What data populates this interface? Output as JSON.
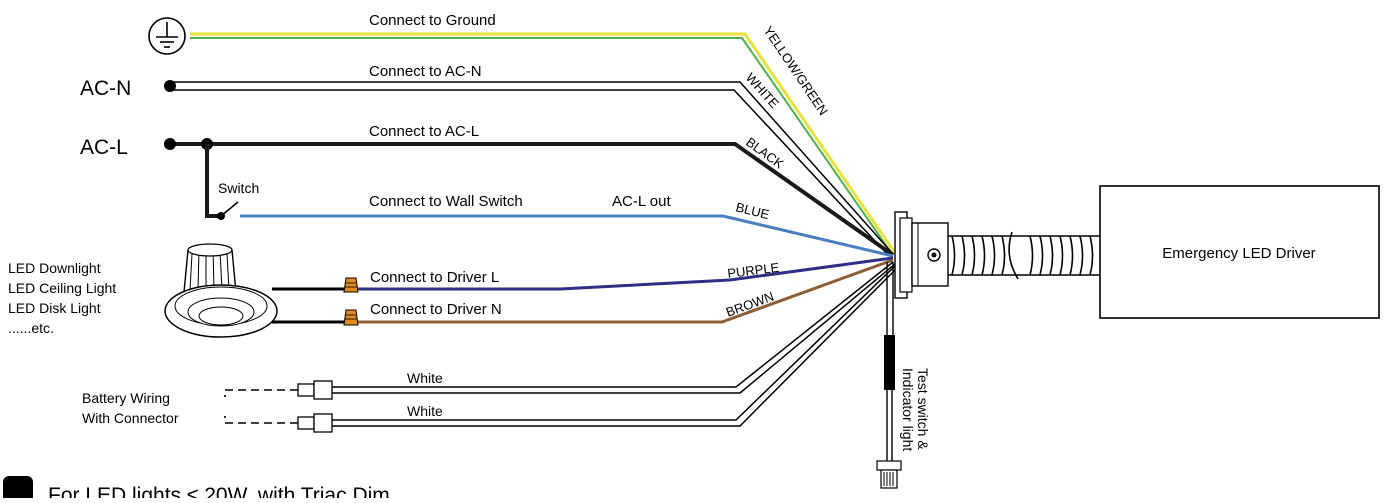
{
  "source_labels": {
    "ac_n": "AC-N",
    "ac_l": "AC-L",
    "switch": "Switch",
    "ac_l_out": "AC-L out"
  },
  "connections": {
    "ground": "Connect to Ground",
    "ac_n": "Connect to AC-N",
    "ac_l": "Connect to AC-L",
    "wall_switch": "Connect to  Wall Switch",
    "driver_l": "Connect to  Driver L",
    "driver_n": "Connect to  Driver N"
  },
  "wire_colors": {
    "yellow_green": "YELLOW/GREEN",
    "white": "WHITE",
    "black": "BLACK",
    "blue": "BLUE",
    "purple": "PURPLE",
    "brown": "BROWN"
  },
  "fixture_types": [
    "LED Downlight",
    "LED Ceiling Light",
    "LED Disk Light",
    "......etc."
  ],
  "battery": {
    "line1": "Battery Wiring",
    "line2": "With Connector",
    "wire1": "White",
    "wire2": "White"
  },
  "test_switch": {
    "line1": "Test switch &",
    "line2": "Indicator light"
  },
  "driver_box": "Emergency LED Driver",
  "caption": {
    "badge": "",
    "text": "For LED lights ≤ 20W, with Triac Dim"
  },
  "colors": {
    "ground_yellow": "#e8e23a",
    "ground_green": "#4fb04a",
    "blue": "#4a7fc1",
    "purple": "#2e2f86",
    "brown": "#8b5e34",
    "black": "#1a1a1a",
    "connector_orange": "#e08a1e"
  }
}
